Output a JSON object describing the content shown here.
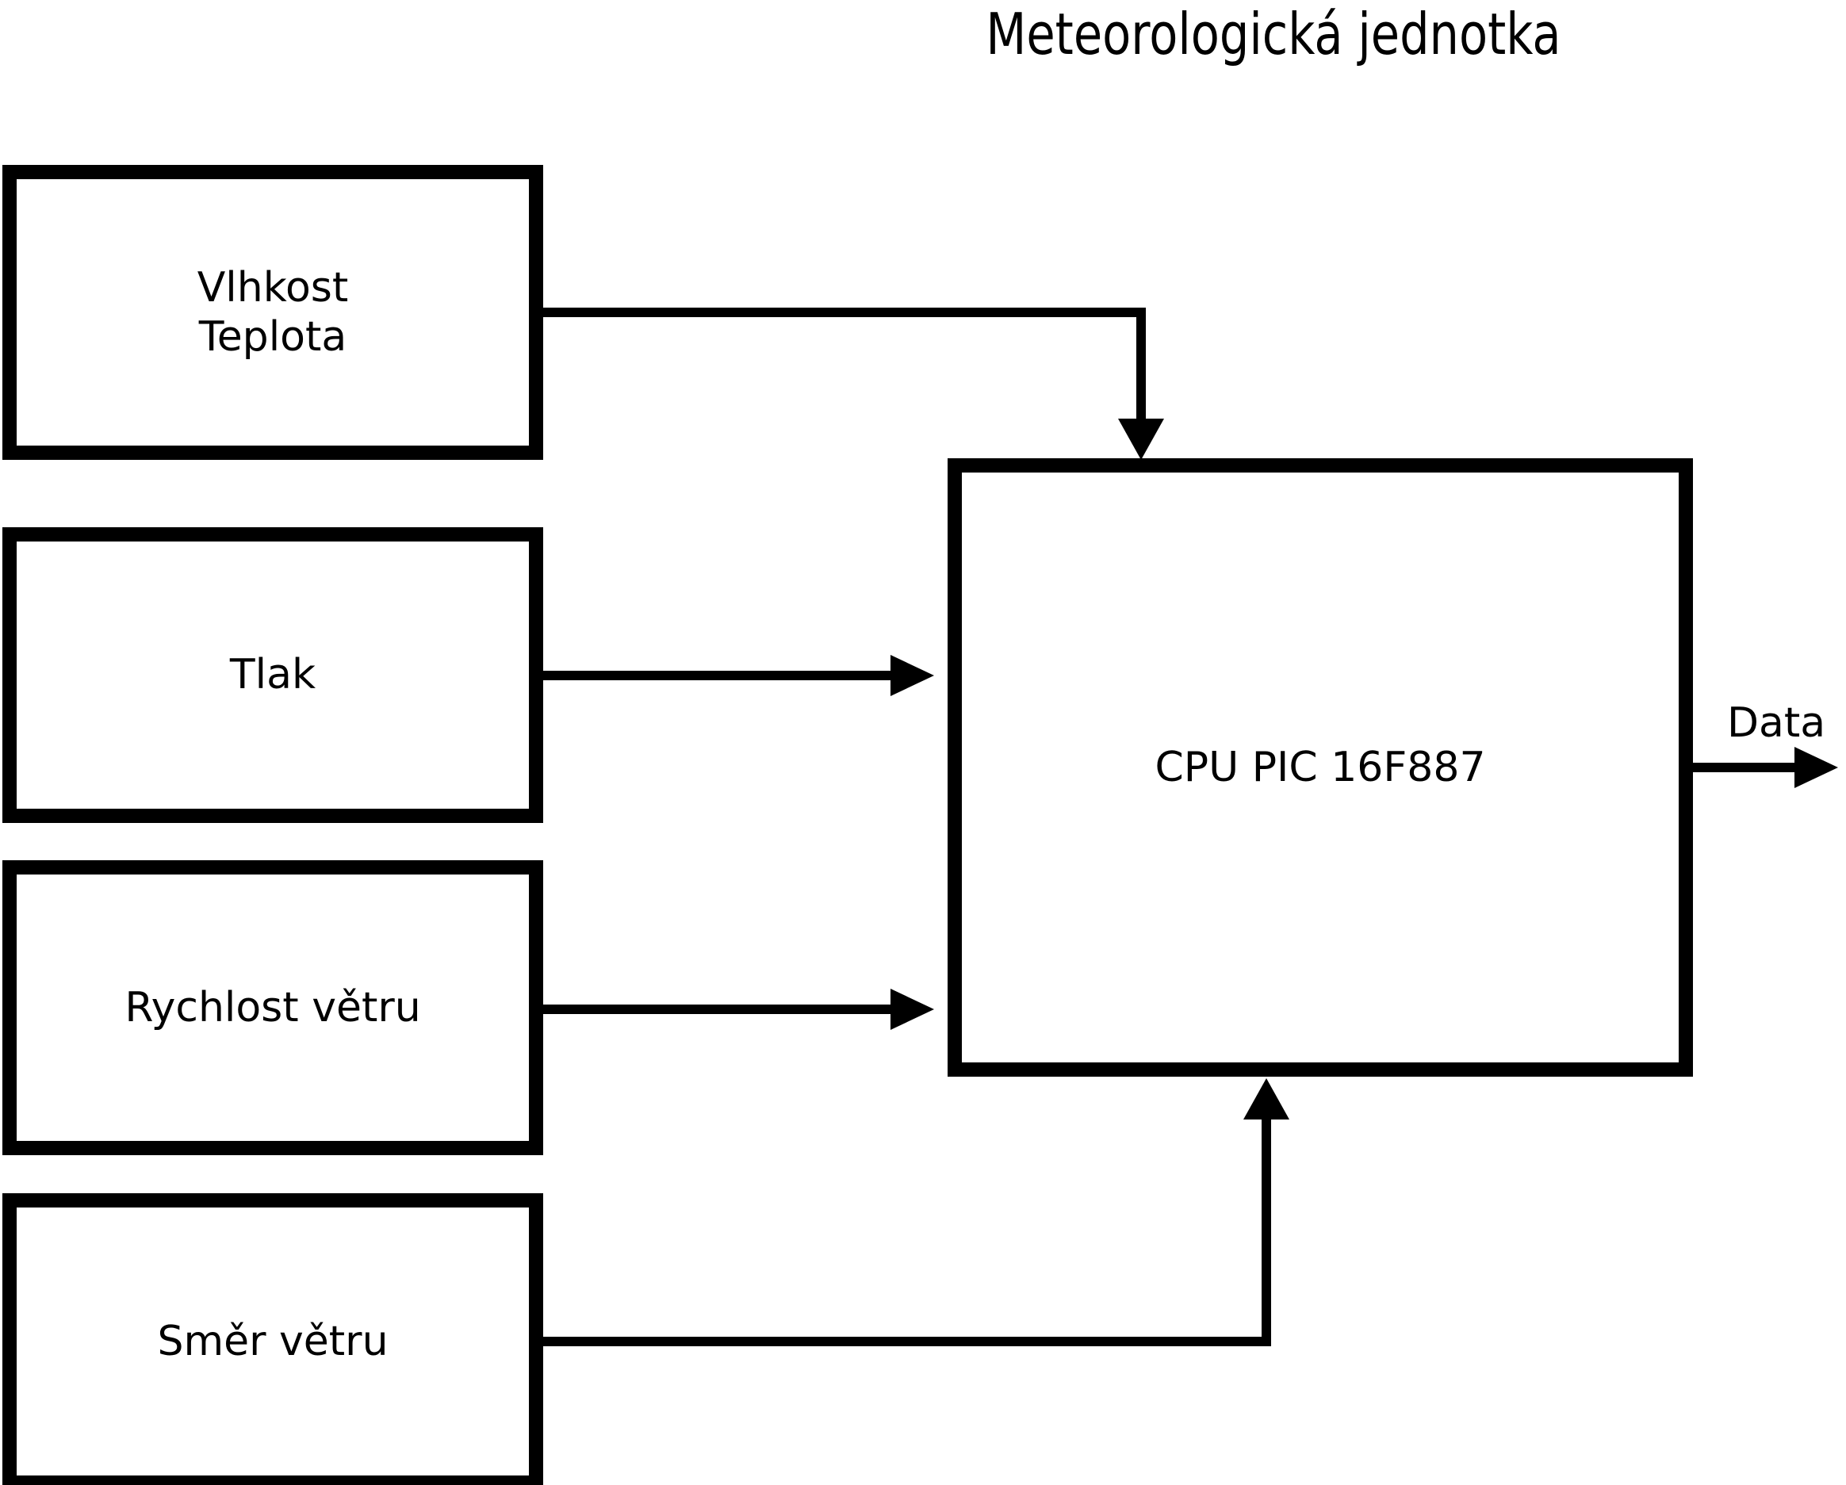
{
  "title": "Meteorologická jednotka",
  "blocks": {
    "sensor1": {
      "line1": "Vlhkost",
      "line2": "Teplota"
    },
    "sensor2": {
      "label": "Tlak"
    },
    "sensor3": {
      "label": "Rychlost větru"
    },
    "sensor4": {
      "label": "Směr větru"
    },
    "cpu": {
      "label": "CPU PIC 16F887"
    },
    "data_out": {
      "label": "Data"
    }
  },
  "colors": {
    "line": "#000000",
    "background": "#ffffff"
  }
}
